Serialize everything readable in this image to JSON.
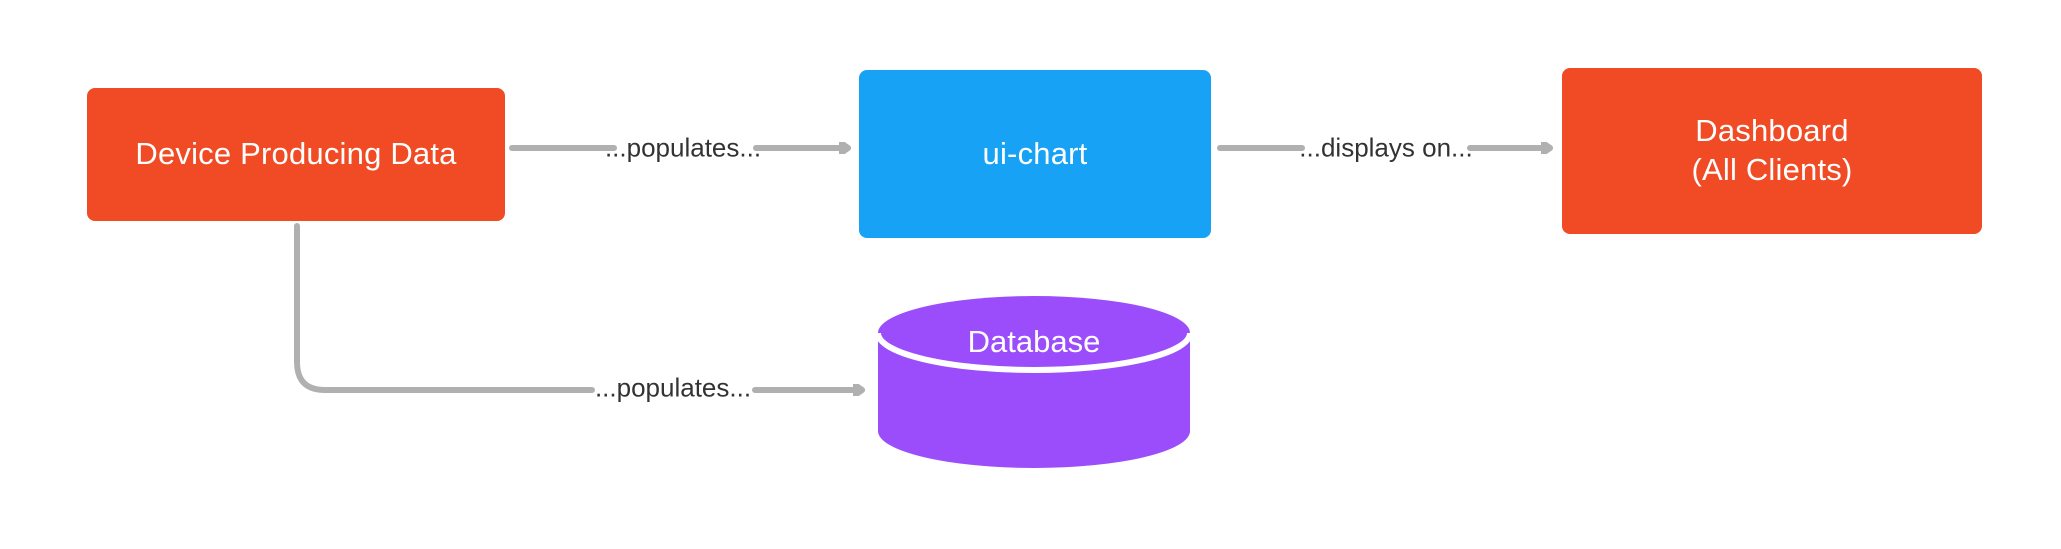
{
  "diagram": {
    "type": "flowchart",
    "direction": "left-to-right",
    "background_color": "#FFFFFF",
    "edge_color": "#B0B0B0",
    "nodes": [
      {
        "id": "device",
        "label": "Device Producing Data",
        "shape": "rounded-rectangle",
        "color": "#F04B24",
        "text_color": "#FFFFFF"
      },
      {
        "id": "ui-chart",
        "label": "ui-chart",
        "shape": "rounded-rectangle",
        "color": "#17A2F5",
        "text_color": "#FFFFFF"
      },
      {
        "id": "dashboard",
        "label": "Dashboard\n(All Clients)",
        "line1": "Dashboard",
        "line2": "(All Clients)",
        "shape": "rounded-rectangle",
        "color": "#F04B24",
        "text_color": "#FFFFFF"
      },
      {
        "id": "database",
        "label": "Database",
        "shape": "cylinder",
        "color": "#9B4DFB",
        "text_color": "#FFFFFF"
      }
    ],
    "edges": [
      {
        "id": "device-to-uichart",
        "from": "device",
        "to": "ui-chart",
        "label": "...populates...",
        "arrowhead": "open"
      },
      {
        "id": "uichart-to-dashboard",
        "from": "ui-chart",
        "to": "dashboard",
        "label": "...displays on...",
        "arrowhead": "open"
      },
      {
        "id": "device-to-database",
        "from": "device",
        "to": "database",
        "label": "...populates...",
        "arrowhead": "open"
      }
    ]
  }
}
